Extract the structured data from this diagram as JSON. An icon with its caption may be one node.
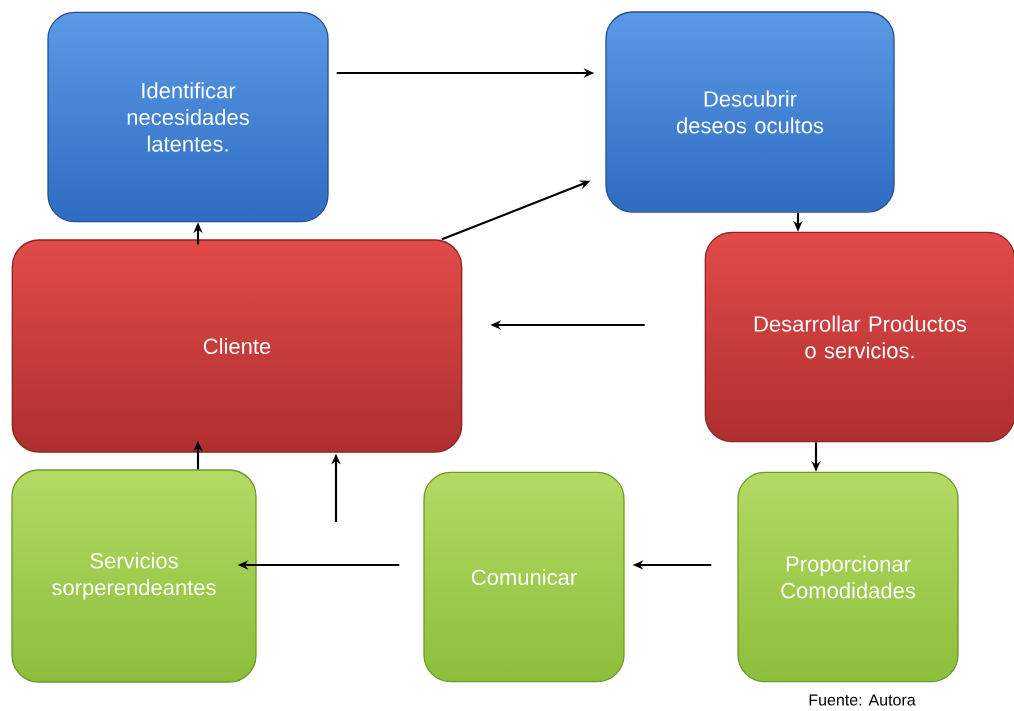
{
  "diagram": {
    "caption": "Fuente: Autora",
    "nodes": [
      {
        "text": [
          "Identificar necesidades latentes."
        ]
      },
      {
        "text": [
          "Descubrir deseos ocultos"
        ]
      },
      {
        "text": [
          "Cliente"
        ]
      },
      {
        "text": [
          "Desarrollar Productos o servicios."
        ]
      },
      {
        "text": [
          "Servicios sorperendeantes"
        ]
      },
      {
        "text": [
          "Comunicar"
        ]
      },
      {
        "text": [
          "Proporcionar Comodidades"
        ]
      }
    ],
    "edges": [
      {
        "from": 0,
        "to": 1,
        "arrow": "to"
      },
      {
        "from": 2,
        "to": 1,
        "arrow": "to"
      },
      {
        "from": 2,
        "to": 0,
        "arrow": "to"
      },
      {
        "from": 1,
        "to": 3,
        "arrow": "to"
      },
      {
        "from": 3,
        "to": 2,
        "arrow": "to"
      },
      {
        "from": 3,
        "to": 6,
        "arrow": "to"
      },
      {
        "from": 6,
        "to": 5,
        "arrow": "to"
      },
      {
        "from": 5,
        "to": 4,
        "arrow": "to"
      },
      {
        "from": 4,
        "to": 2,
        "arrow": "to"
      },
      {
        "from": null,
        "to": 2,
        "arrow": "to"
      }
    ]
  }
}
